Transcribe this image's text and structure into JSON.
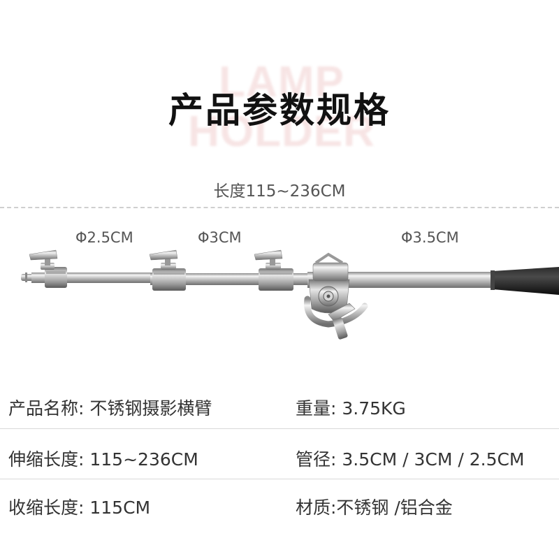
{
  "watermark": "LAMP HOLDER",
  "title": "产品参数规格",
  "length_label": "长度115~236CM",
  "diameters": [
    "Φ2.5CM",
    "Φ3CM",
    "Φ3.5CM"
  ],
  "specs": {
    "name": "产品名称: 不锈钢摄影横臂",
    "weight": "重量: 3.75KG",
    "extend": "伸缩长度: 115~236CM",
    "pipe": "管径: 3.5CM / 3CM / 2.5CM",
    "retract": "收缩长度: 115CM",
    "material": "材质:不锈钢 /铝合金"
  }
}
